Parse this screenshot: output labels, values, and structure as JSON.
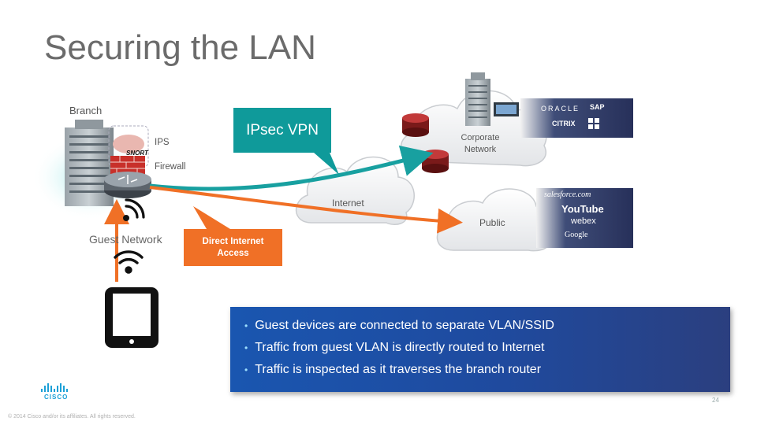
{
  "title": "Securing the LAN",
  "labels": {
    "branch": "Branch",
    "ips": "IPS",
    "firewall": "Firewall",
    "guest_network": "Guest Network",
    "internet": "Internet",
    "corporate_line1": "Corporate",
    "corporate_line2": "Network",
    "public": "Public",
    "snort": "SNORT"
  },
  "callouts": {
    "ipsec_vpn": "IPsec VPN",
    "dia_line1": "Direct Internet",
    "dia_line2": "Access"
  },
  "corporate_apps": [
    "ORACLE",
    "SAP",
    "CITRIX",
    "Windows"
  ],
  "public_apps": [
    "salesforce.com",
    "YouTube",
    "webex",
    "Google"
  ],
  "bullets": [
    "Guest devices are connected to separate VLAN/SSID",
    "Traffic from guest VLAN is directly routed to Internet",
    "Traffic is inspected as it traverses the branch router"
  ],
  "footer": "© 2014  Cisco and/or its affiliates.  All rights reserved.",
  "page_number": "24",
  "logo": "CISCO",
  "colors": {
    "vpn": "#0f9a9a",
    "dia": "#f07026",
    "bullet_panel": "#1f4a9e"
  }
}
